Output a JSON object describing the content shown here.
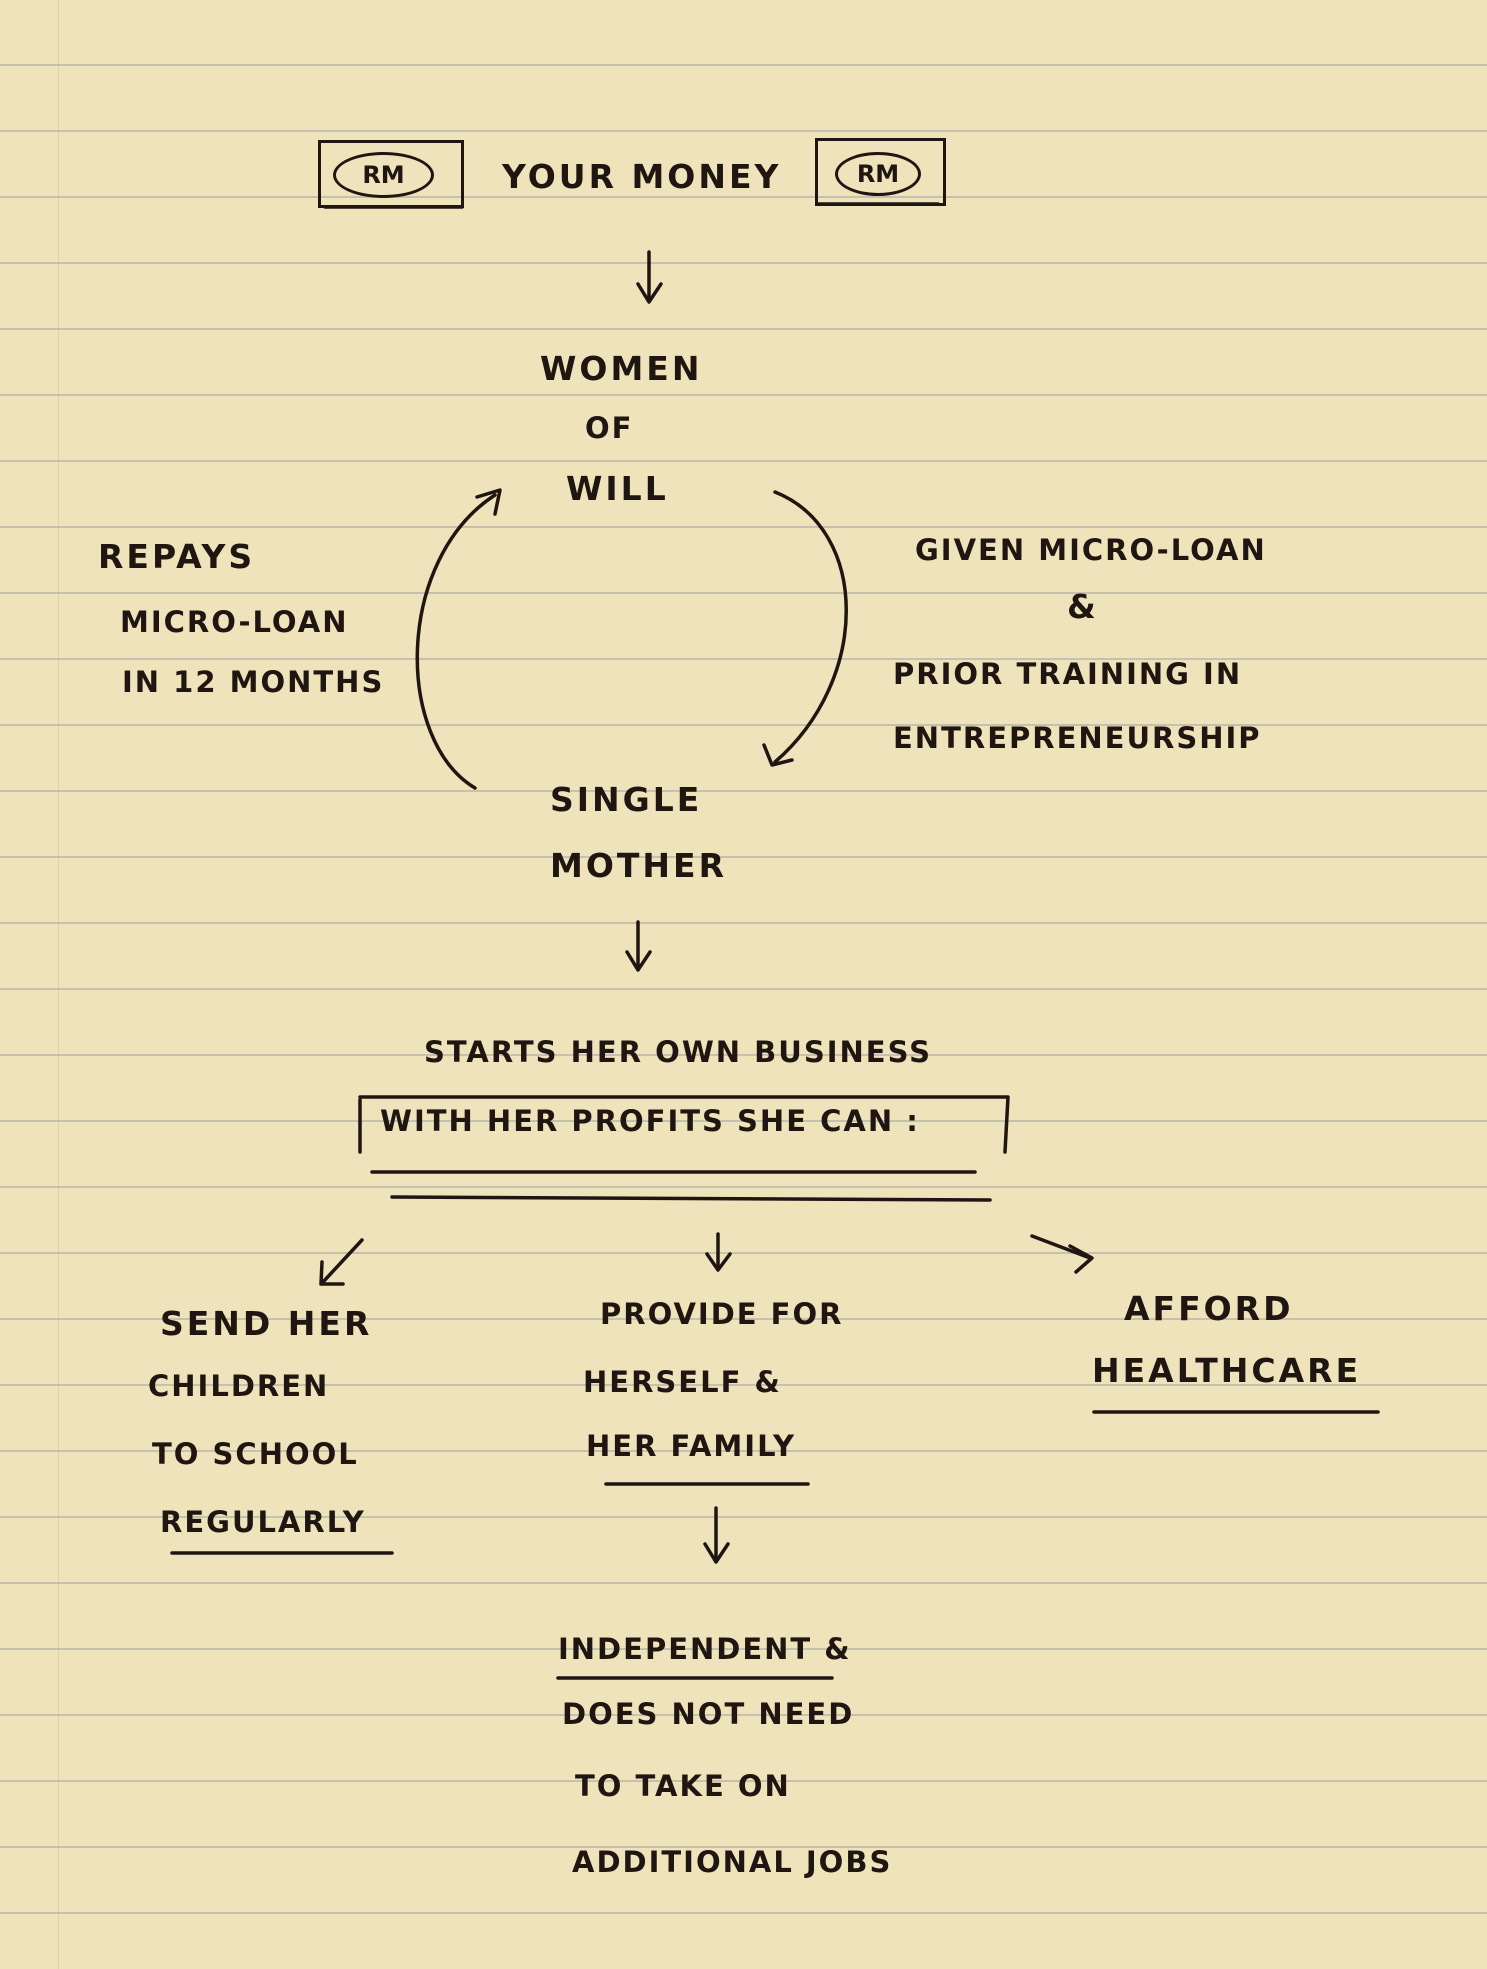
{
  "header": {
    "rm_left": "RM",
    "title": "YOUR MONEY",
    "rm_right": "RM"
  },
  "cycle": {
    "top": [
      "WOMEN",
      "OF",
      "WILL"
    ],
    "left": [
      "REPAYS",
      "MICRO-LOAN",
      "IN 12 MONTHS"
    ],
    "right": [
      "GIVEN MICRO-LOAN",
      "&",
      "PRIOR TRAINING IN",
      "ENTREPRENEURSHIP"
    ],
    "bottom": [
      "SINGLE",
      "MOTHER"
    ]
  },
  "business": {
    "line1": "STARTS HER OWN BUSINESS",
    "line2": "WITH HER PROFITS SHE CAN :"
  },
  "outcomes": {
    "left": [
      "SEND HER",
      "CHILDREN",
      "TO SCHOOL",
      "REGULARLY"
    ],
    "middle": [
      "PROVIDE FOR",
      "HERSELF &",
      "HER FAMILY"
    ],
    "right": [
      "AFFORD",
      "HEALTHCARE"
    ]
  },
  "final": [
    "INDEPENDENT &",
    "DOES NOT NEED",
    "TO TAKE ON",
    "ADDITIONAL JOBS"
  ],
  "colors": {
    "ink": "#1f1612",
    "paper": "#efe3bb",
    "rule": "#7e8899"
  }
}
